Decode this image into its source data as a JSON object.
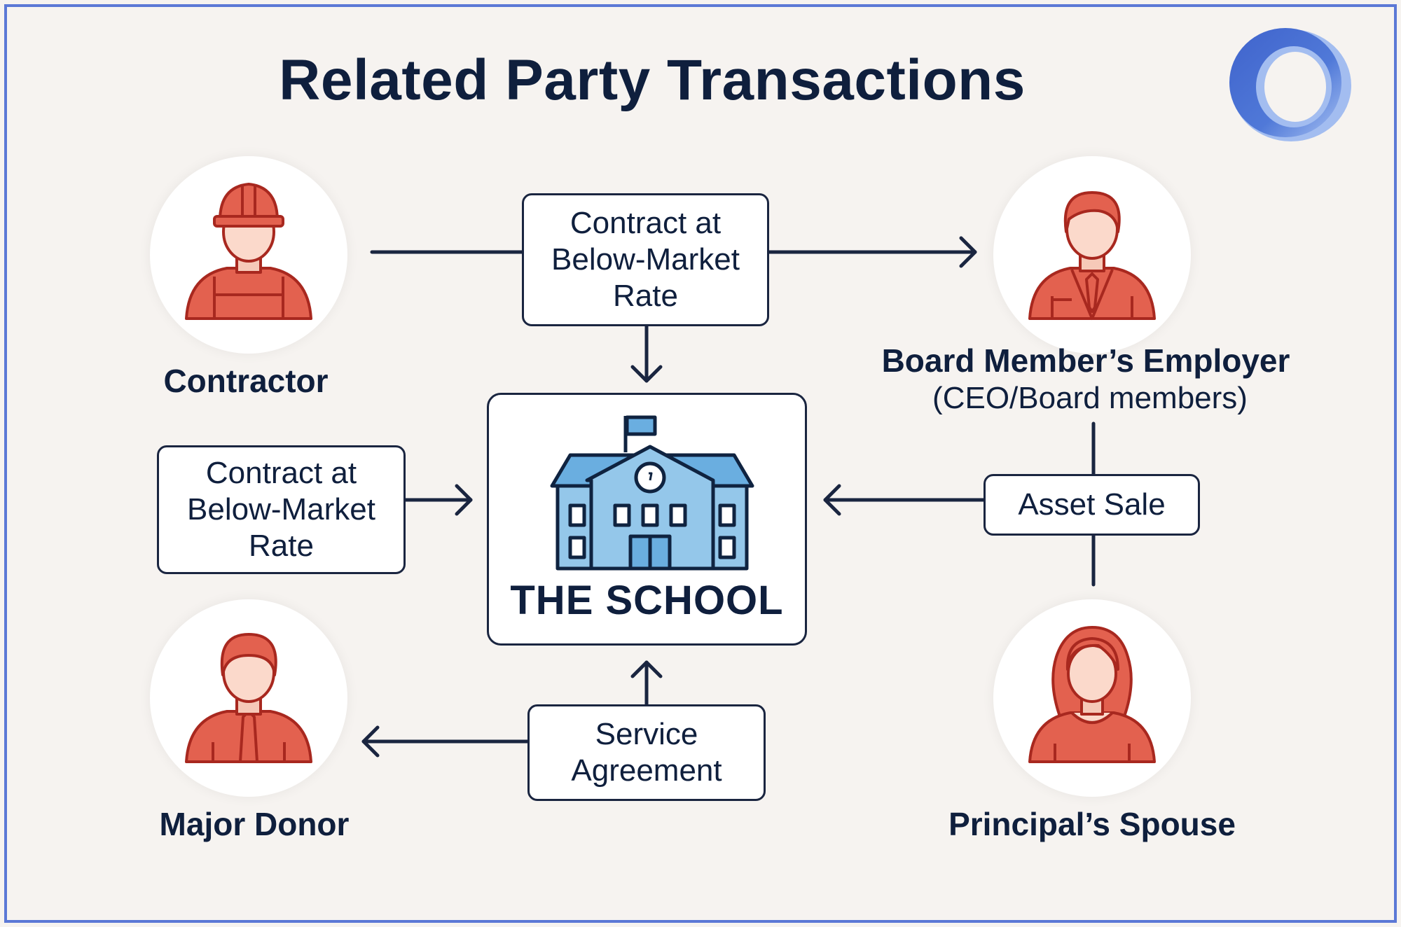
{
  "title": "Related Party Transactions",
  "logo": "ring-logo",
  "nodes": {
    "contractor": {
      "label": "Contractor"
    },
    "board_employer": {
      "label": "Board Member’s Employer",
      "sublabel": "(CEO/Board members)"
    },
    "major_donor": {
      "label": "Major Donor"
    },
    "principal_spouse": {
      "label": "Principal’s Spouse"
    },
    "school": {
      "label": "THE SCHOOL"
    }
  },
  "transactions": {
    "top_contract": [
      "Contract at",
      "Below-Market",
      "Rate"
    ],
    "left_contract": [
      "Contract at",
      "Below-Market",
      "Rate"
    ],
    "asset_sale": "Asset Sale",
    "service_agreement": [
      "Service",
      "Agreement"
    ]
  },
  "colors": {
    "navy": "#0f1f3d",
    "person_red": "#e3614f",
    "school_blue": "#8fc3e6",
    "logo_blue": "#4a6fd0"
  }
}
